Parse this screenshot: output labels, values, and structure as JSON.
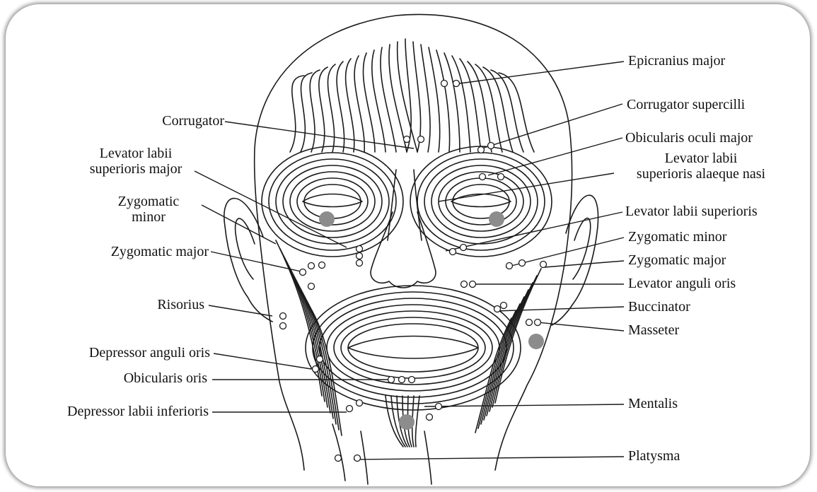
{
  "labels": {
    "corrugator": "Corrugator",
    "levator_labii_sup_major_1": "Levator labii",
    "levator_labii_sup_major_2": "superioris major",
    "zygomatic_minor_left_1": "Zygomatic",
    "zygomatic_minor_left_2": "minor",
    "zygomatic_major_left": "Zygomatic major",
    "risorius": "Risorius",
    "depressor_anguli_oris": "Depressor anguli oris",
    "obicularis_oris": "Obicularis oris",
    "depressor_labii_inferioris": "Depressor labii inferioris",
    "epicranius_major": "Epicranius major",
    "corrugator_supercilli": "Corrugator supercilli",
    "obicularis_oculi_major": "Obicularis oculi major",
    "levator_labii_alaeque_1": "Levator labii",
    "levator_labii_alaeque_2": "superioris alaeque nasi",
    "levator_labii_superioris": "Levator labii superioris",
    "zygomatic_minor_right": "Zygomatic minor",
    "zygomatic_major_right": "Zygomatic major",
    "levator_anguli_oris": "Levator anguli oris",
    "buccinator": "Buccinator",
    "masseter": "Masseter",
    "mentalis": "Mentalis",
    "platysma": "Platysma"
  },
  "colors": {
    "line": "#1a1a1a",
    "marker_fill": "#8c8c8c",
    "frame_shadow": "#555555"
  }
}
